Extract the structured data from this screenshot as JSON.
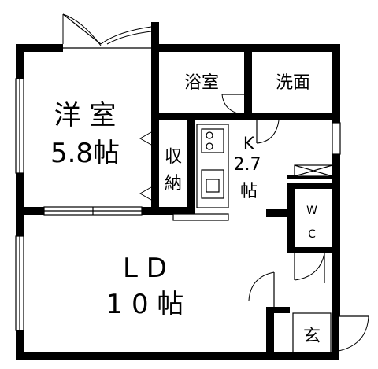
{
  "rooms": {
    "western_room": {
      "name": "洋 室",
      "size": "5.8帖"
    },
    "bathroom": {
      "name": "浴室"
    },
    "washroom": {
      "name": "洗面"
    },
    "kitchen": {
      "letter": "K",
      "size": "2.7",
      "unit": "帖"
    },
    "storage": {
      "line1": "収",
      "line2": "納"
    },
    "toilet": {
      "line1": "W",
      "line2": "C"
    },
    "living_dining": {
      "name": "L D",
      "size": "1 0 帖"
    },
    "entrance": {
      "name": "玄"
    }
  }
}
